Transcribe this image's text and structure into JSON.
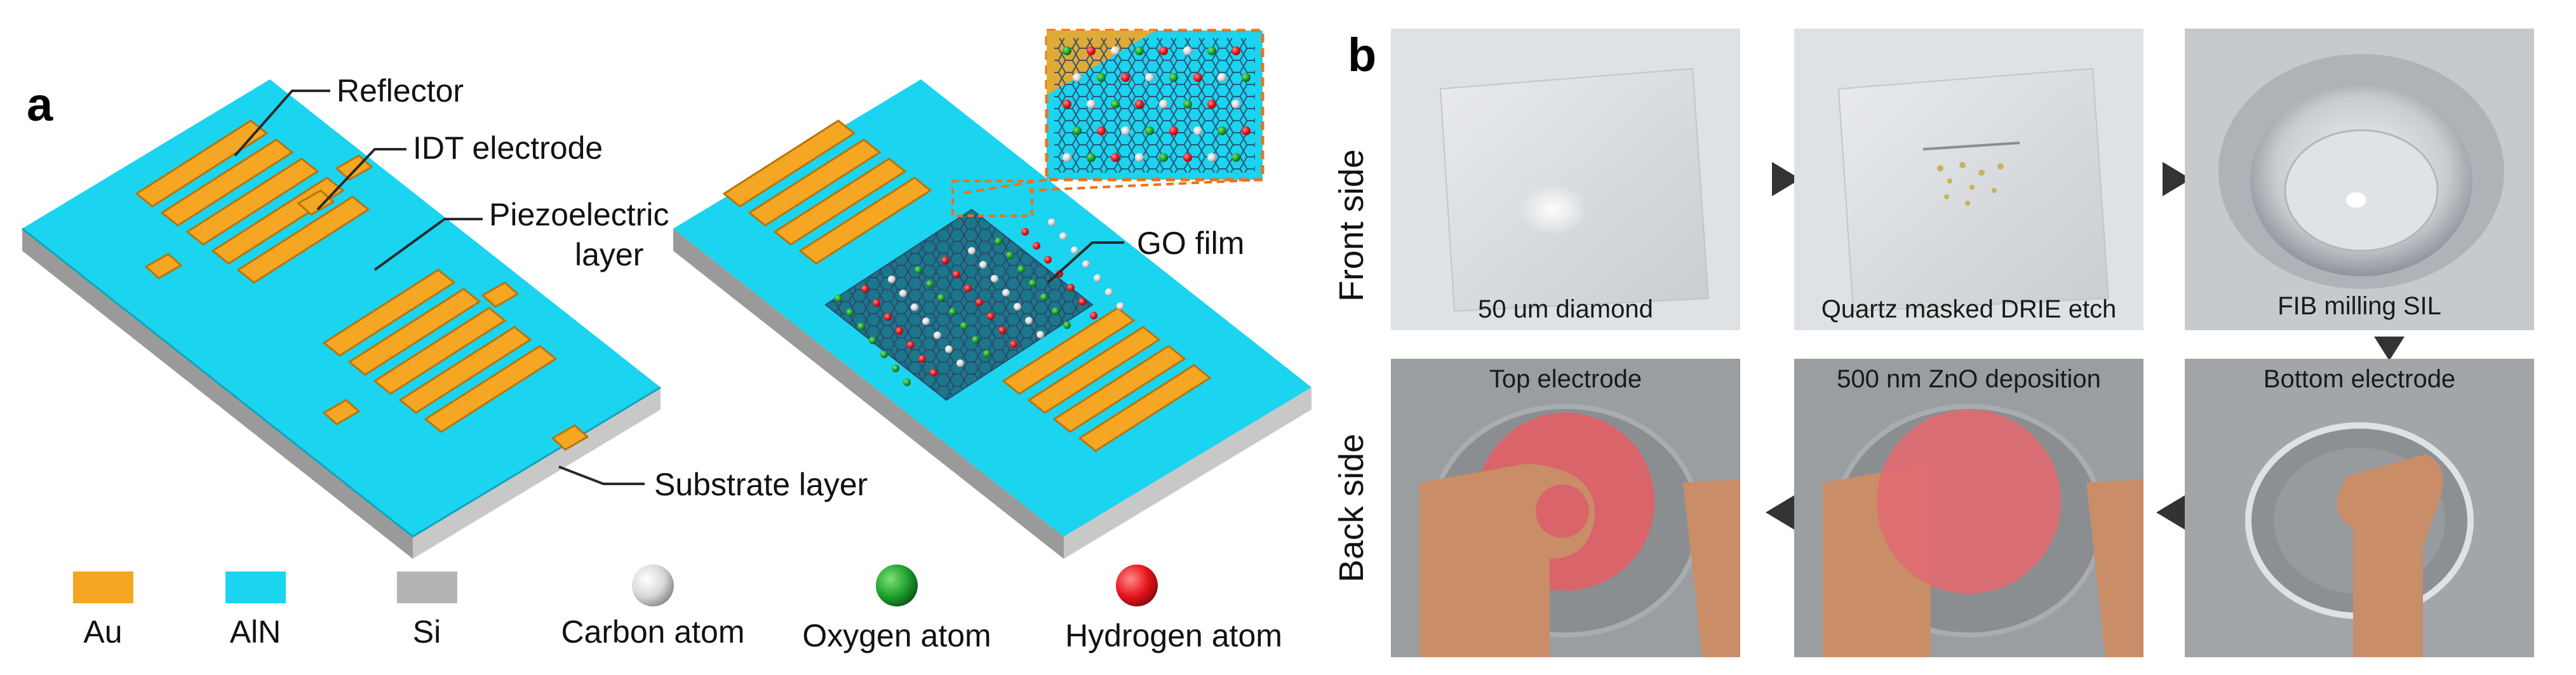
{
  "panel_a": {
    "letter": "a",
    "callouts": {
      "reflector": "Reflector",
      "idt": "IDT electrode",
      "piezo_line1": "Piezoelectric",
      "piezo_line2": "layer",
      "substrate": "Substrate layer",
      "go_film": "GO film"
    },
    "legend": [
      {
        "label": "Au",
        "color": "#f5a623",
        "shape": "rect"
      },
      {
        "label": "AlN",
        "color": "#1ad4f0",
        "shape": "rect"
      },
      {
        "label": "Si",
        "color": "#b4b4b4",
        "shape": "rect"
      },
      {
        "label": "Carbon atom",
        "color": "#e0e0e0",
        "shape": "sphere"
      },
      {
        "label": "Oxygen atom",
        "color": "#1fa02c",
        "shape": "sphere"
      },
      {
        "label": "Hydrogen atom",
        "color": "#e8141c",
        "shape": "sphere"
      }
    ],
    "colors": {
      "gold": "#f5a623",
      "aln": "#1ad4f0",
      "si": "#b4b4b4"
    }
  },
  "panel_b": {
    "letter": "b",
    "row_labels": {
      "front": "Front side",
      "back": "Back side"
    },
    "tiles": [
      {
        "id": "diamond",
        "caption": "50 um diamond"
      },
      {
        "id": "drie",
        "caption": "Quartz masked DRIE etch"
      },
      {
        "id": "fib",
        "caption": "FIB milling SIL"
      },
      {
        "id": "top-electrode",
        "caption": "Top electrode"
      },
      {
        "id": "zno",
        "caption": "500 nm ZnO deposition"
      },
      {
        "id": "bottom-electrode",
        "caption": "Bottom electrode"
      }
    ]
  }
}
